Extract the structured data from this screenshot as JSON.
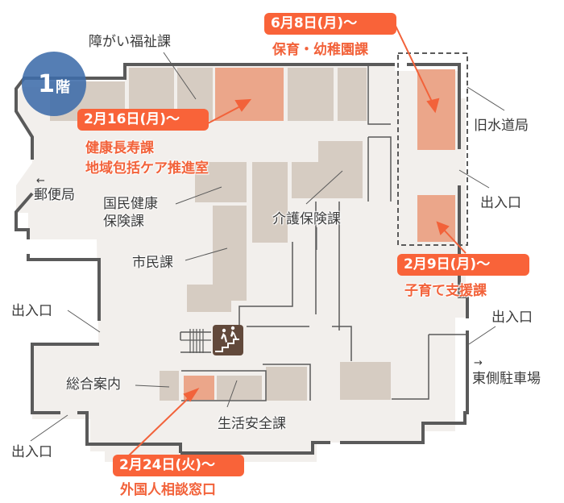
{
  "floor": {
    "number": "1",
    "unit": "階",
    "color": "#3e6caa"
  },
  "colors": {
    "wall": "#5a5a5a",
    "floor_fill": "#f2efec",
    "room": "#d6ccc2",
    "highlight_room": "#eba68a",
    "accent": "#f96339",
    "label": "#3a3a3a",
    "stair_icon_bg": "#62493b"
  },
  "labels": {
    "shogai_fukushi": "障がい福祉課",
    "kyu_suidou": "旧水道局",
    "yubinkyoku": "郵便局",
    "kokumin_kenko_1": "国民健康",
    "kokumin_kenko_2": "保険課",
    "kaigo_hoken": "介護保険課",
    "shimin": "市民課",
    "sogo_annai": "総合案内",
    "seikatsu_anzen": "生活安全課",
    "higashi_parking": "東側駐車場",
    "entrance_right_top": "出入口",
    "entrance_right_bottom": "出入口",
    "entrance_left": "出入口",
    "entrance_bottom_left": "出入口"
  },
  "arrows": {
    "yubinkyoku": "←",
    "higashi_parking": "→"
  },
  "callouts": [
    {
      "id": "hoiku",
      "date": "6月8日(月)～",
      "departments": [
        "保育・幼稚園課"
      ]
    },
    {
      "id": "kenko",
      "date": "2月16日(月)～",
      "departments": [
        "健康長寿課",
        "地域包括ケア推進室"
      ]
    },
    {
      "id": "kosodate",
      "date": "2月9日(月)～",
      "departments": [
        "子育て支援課"
      ]
    },
    {
      "id": "gaikokujin",
      "date": "2月24日(火)～",
      "departments": [
        "外国人相談窓口"
      ]
    }
  ],
  "icons": {
    "stairs": "stairs-people-icon"
  }
}
